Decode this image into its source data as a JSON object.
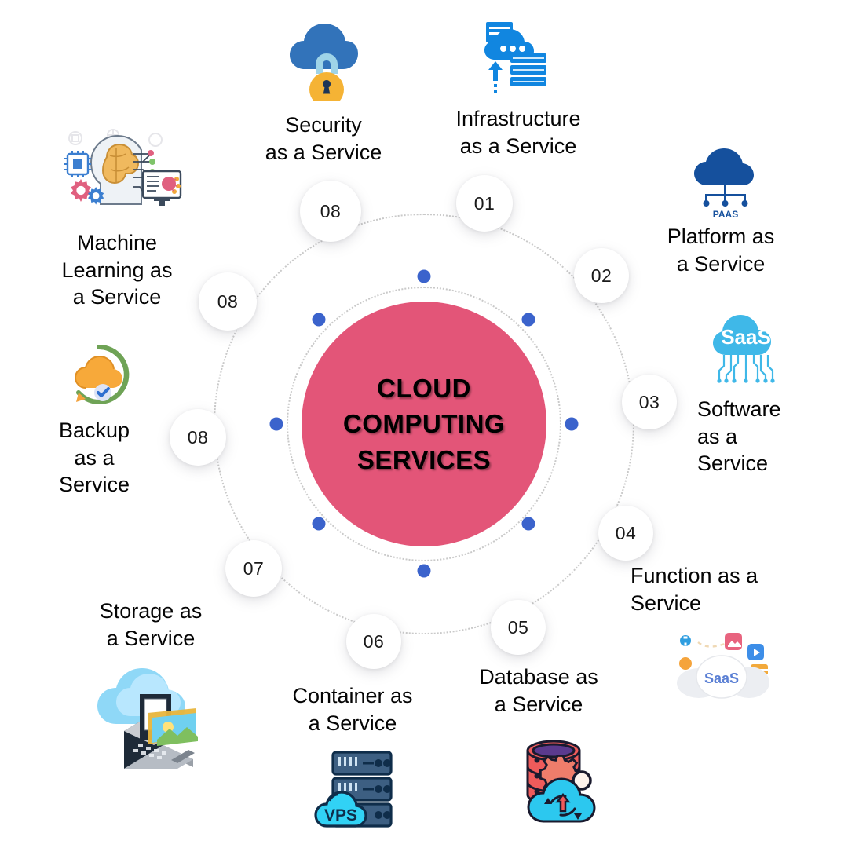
{
  "diagram": {
    "center": {
      "title": "CLOUD\nCOMPUTING\nSERVICES",
      "fill": "#e35578"
    },
    "accent_dot_color": "#3b63cc",
    "ring_color": "#c9c9c9"
  },
  "badges": [
    {
      "number": "01"
    },
    {
      "number": "02"
    },
    {
      "number": "03"
    },
    {
      "number": "04"
    },
    {
      "number": "05"
    },
    {
      "number": "06"
    },
    {
      "number": "07"
    },
    {
      "number": "08"
    },
    {
      "number": "08"
    },
    {
      "number": "08"
    }
  ],
  "services": [
    {
      "id": "security",
      "label": "Security\nas a Service",
      "icon": "cloud-lock-icon"
    },
    {
      "id": "infrastructure",
      "label": "Infrastructure\nas a Service",
      "icon": "cloud-server-upload-icon"
    },
    {
      "id": "platform",
      "label": "Platform as\na Service",
      "icon": "cloud-paas-icon",
      "icon_caption": "PAAS"
    },
    {
      "id": "software",
      "label": "Software\nas a\nService",
      "icon": "cloud-saas-circuit-icon",
      "icon_caption": "SaaS"
    },
    {
      "id": "function",
      "label": "Function as a\nService",
      "icon": "cloud-apps-icon",
      "icon_caption": "SaaS"
    },
    {
      "id": "database",
      "label": "Database as\na Service",
      "icon": "database-cloud-sync-icon"
    },
    {
      "id": "container",
      "label": "Container as\na Service",
      "icon": "server-vps-cloud-icon",
      "icon_caption": "VPS"
    },
    {
      "id": "storage",
      "label": "Storage as\na Service",
      "icon": "laptop-cloud-files-icon"
    },
    {
      "id": "backup",
      "label": "Backup\nas a\nService",
      "icon": "cloud-backup-check-icon"
    },
    {
      "id": "machine-learning",
      "label": "Machine\nLearning as\na Service",
      "icon": "ai-brain-head-icon"
    }
  ]
}
